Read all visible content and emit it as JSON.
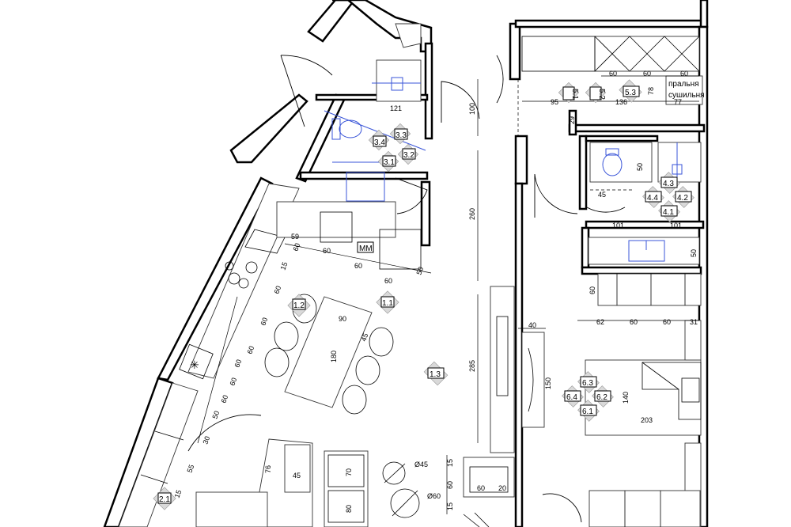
{
  "room_tags": {
    "t1_1": "1.1",
    "t1_2": "1.2",
    "t1_3": "1.3",
    "t2_1": "2.1",
    "t3_1": "3.1",
    "t3_2": "3.2",
    "t3_3": "3.3",
    "t3_4": "3.4",
    "t4_1": "4.1",
    "t4_2": "4.2",
    "t4_3": "4.3",
    "t4_4": "4.4",
    "t5_1": "5.1",
    "t5_2": "5.2",
    "t5_3": "5.3",
    "t6_1": "6.1",
    "t6_2": "6.2",
    "t6_3": "6.3",
    "t6_4": "6.4",
    "tmm": "MM"
  },
  "labels": {
    "laundry_1": "пральня",
    "laundry_2": "сушильня"
  },
  "dims": {
    "d100": "100",
    "d260": "260",
    "d285": "285",
    "d121": "121",
    "d60a": "60",
    "d60b": "60",
    "d60c": "60",
    "d95": "95",
    "d136": "136",
    "d78": "78",
    "d77": "77",
    "d29": "29",
    "d50a": "50",
    "d45a": "45",
    "d101a": "101",
    "d101b": "101",
    "d50b": "50",
    "d60d": "60",
    "d62": "62",
    "d60e": "60",
    "d60f": "60",
    "d31": "31",
    "d40": "40",
    "d150": "150",
    "d140": "140",
    "d203": "203",
    "d59": "59",
    "d60g": "60",
    "d60h": "60",
    "d60i": "60",
    "d60j": "60",
    "d15": "15",
    "d50c": "50",
    "d90": "90",
    "d180": "180",
    "d45b": "45",
    "dl60a": "60",
    "dl60b": "60",
    "dl60c": "60",
    "dl60d": "60",
    "dl60e": "60",
    "dl60f": "60",
    "dl50": "50",
    "dl30": "30",
    "dl55": "55",
    "dl15": "15",
    "d76": "76",
    "d45c": "45",
    "d70": "70",
    "d80": "80",
    "dphi45": "Ø45",
    "dphi60": "Ø60",
    "d15b": "15",
    "d60k": "60",
    "d15c": "15",
    "d60l": "60",
    "d20": "20"
  }
}
